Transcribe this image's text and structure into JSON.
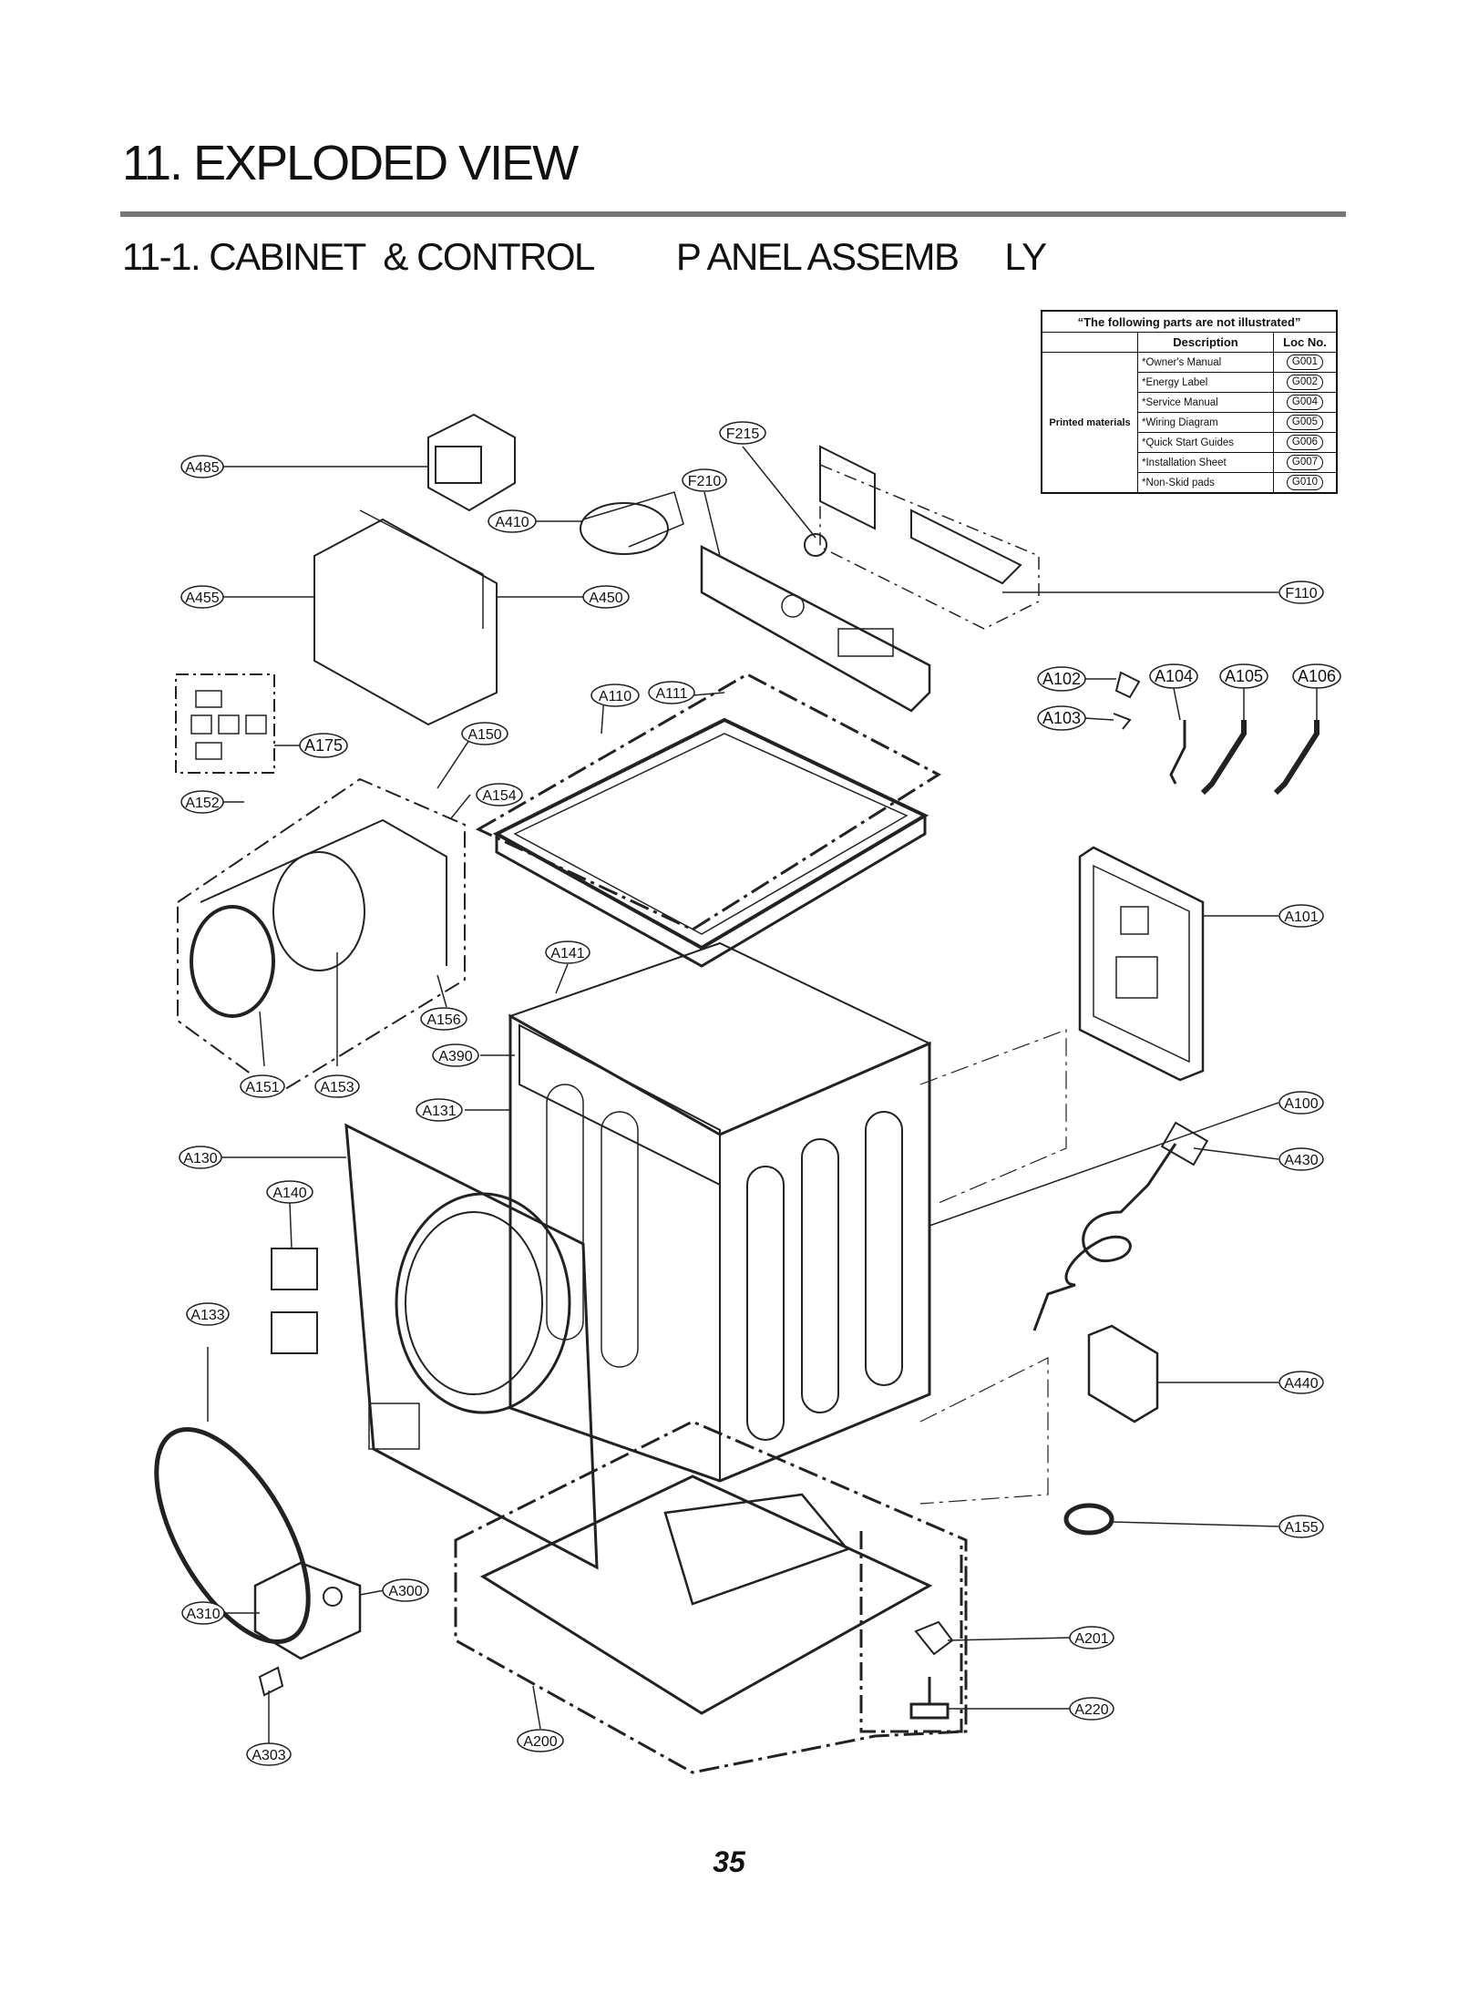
{
  "title": "11. EXPLODED VIEW",
  "subtitle": "11-1. CABINET  & CONTROL         P ANEL ASSEMB     LY",
  "not_illustrated": {
    "header": "“The following parts are not illustrated”",
    "col_description": "Description",
    "col_loc": "Loc No.",
    "group": "Printed materials",
    "rows": [
      {
        "desc": "*Owner's Manual",
        "loc": "G001"
      },
      {
        "desc": "*Energy Label",
        "loc": "G002"
      },
      {
        "desc": "*Service Manual",
        "loc": "G004"
      },
      {
        "desc": "*Wiring Diagram",
        "loc": "G005"
      },
      {
        "desc": "*Quick Start Guides",
        "loc": "G006"
      },
      {
        "desc": "*Installation Sheet",
        "loc": "G007"
      },
      {
        "desc": "*Non-Skid pads",
        "loc": "G010"
      }
    ]
  },
  "callouts": {
    "a485": "A485",
    "a455": "A455",
    "a450": "A450",
    "a410": "A410",
    "f215": "F215",
    "f210": "F210",
    "f110": "F110",
    "a175": "A175",
    "a150": "A150",
    "a152": "A152",
    "a154": "A154",
    "a110": "A110",
    "a111": "A111",
    "a102": "A102",
    "a103": "A103",
    "a104": "A104",
    "a105": "A105",
    "a106": "A106",
    "a101": "A101",
    "a141": "A141",
    "a156": "A156",
    "a390": "A390",
    "a151": "A151",
    "a153": "A153",
    "a131": "A131",
    "a100": "A100",
    "a130": "A130",
    "a430": "A430",
    "a140": "A140",
    "a133": "A133",
    "a440": "A440",
    "a155": "A155",
    "a300": "A300",
    "a310": "A310",
    "a201": "A201",
    "a220": "A220",
    "a200": "A200",
    "a303": "A303"
  },
  "page_number": "35"
}
